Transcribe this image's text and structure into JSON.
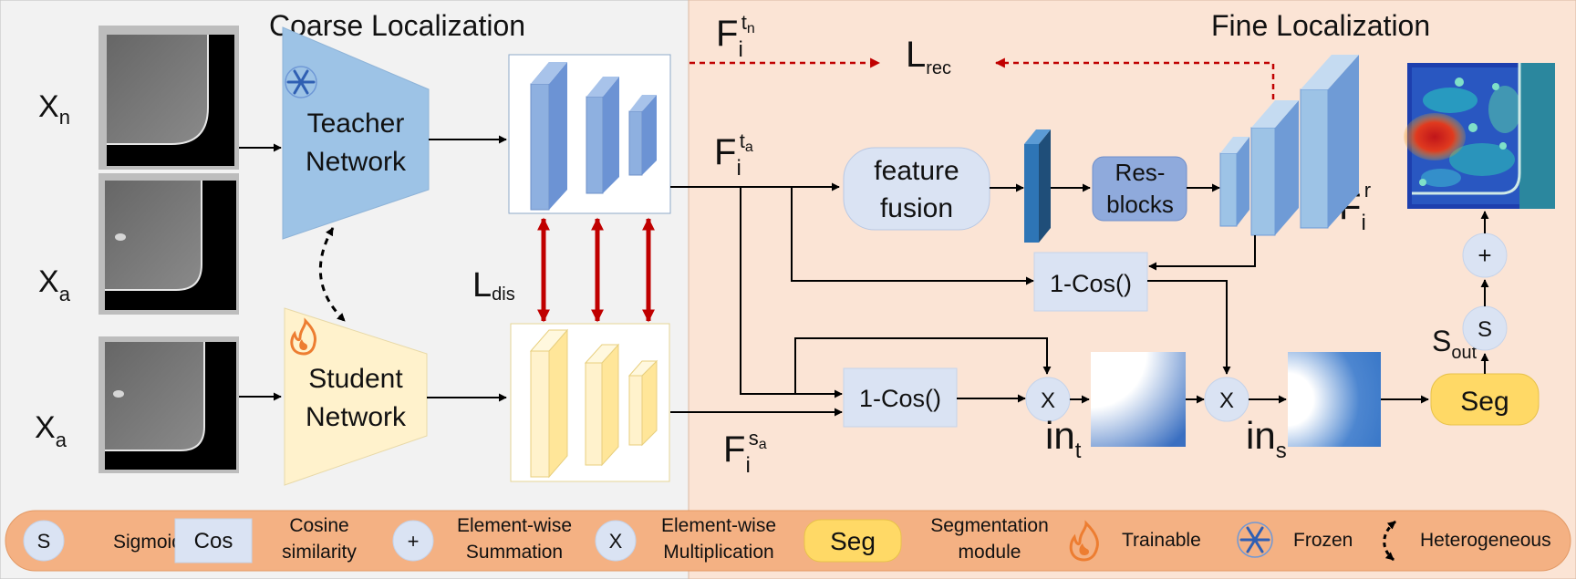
{
  "sections": {
    "coarse_title": "Coarse Localization",
    "fine_title": "Fine Localization"
  },
  "inputs": {
    "xn": {
      "base": "X",
      "sub": "n"
    },
    "xa_top": {
      "base": "X",
      "sub": "a"
    },
    "xa_bottom": {
      "base": "X",
      "sub": "a"
    }
  },
  "networks": {
    "teacher": [
      "Teacher",
      "Network"
    ],
    "student": [
      "Student",
      "Network"
    ]
  },
  "features": {
    "fitn": {
      "base": "F",
      "sub": "i",
      "sup": "t",
      "supsub": "n"
    },
    "fita": {
      "base": "F",
      "sub": "i",
      "sup": "t",
      "supsub": "a"
    },
    "fisa": {
      "base": "F",
      "sub": "i",
      "sup": "s",
      "supsub": "a"
    },
    "fir": {
      "base": "F",
      "sub": "i",
      "sup": "r"
    }
  },
  "losses": {
    "rec": {
      "base": "L",
      "sub": "rec"
    },
    "dis": {
      "base": "L",
      "sub": "dis"
    }
  },
  "modules": {
    "feature_fusion": [
      "feature",
      "fusion"
    ],
    "resblocks": [
      "Res-",
      "blocks"
    ],
    "cos_top": "1-Cos()",
    "cos_bottom": "1-Cos()",
    "mult1": "X",
    "mult2": "X",
    "int": {
      "base": "in",
      "sub": "t"
    },
    "ins": {
      "base": "in",
      "sub": "s"
    },
    "seg": "Seg",
    "sigmoid": "S",
    "sum": "+",
    "sout": {
      "base": "S",
      "sub": "out"
    }
  },
  "legend": {
    "sigmoid_symbol": "S",
    "sigmoid_label": "Sigmoid",
    "cos_symbol": "Cos",
    "cos_label": [
      "Cosine",
      "similarity"
    ],
    "sum_symbol": "+",
    "sum_label": [
      "Element-wise",
      "Summation"
    ],
    "mult_symbol": "X",
    "mult_label": [
      "Element-wise",
      "Multiplication"
    ],
    "seg_symbol": "Seg",
    "seg_label": [
      "Segmentation",
      "module"
    ],
    "trainable_label": "Trainable",
    "frozen_label": "Frozen",
    "hetero_label": "Heterogeneous"
  },
  "colors": {
    "coarse_bg": "#f2f2f2",
    "fine_bg": "#fbe4d5",
    "legend_bg": "#f4b183",
    "teacher": "#9dc3e6",
    "student": "#fff2cc",
    "block_blue": "#6f9bd6",
    "block_yellow": "#ffe699",
    "seg": "#ffd966",
    "circle": "#dae3f3",
    "loss_arrow": "#c00000"
  }
}
